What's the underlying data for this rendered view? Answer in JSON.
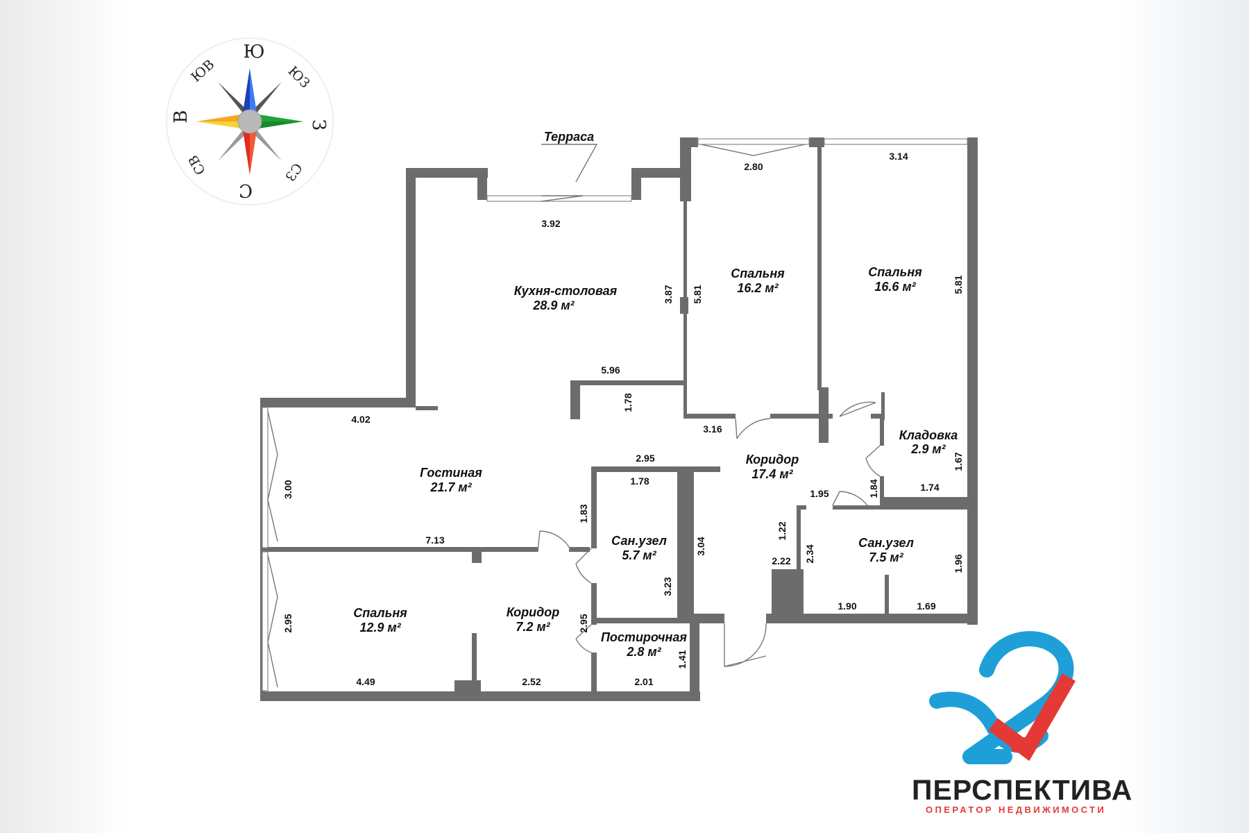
{
  "compass": {
    "labels": {
      "s": "Ю",
      "ssw": "ЮЗ",
      "w": "З",
      "nw": "СЗ",
      "n": "С",
      "ne": "СВ",
      "e": "В",
      "se": "ЮВ"
    }
  },
  "terrace_label": "Терраса",
  "rooms": {
    "kitchen": {
      "name": "Кухня-столовая",
      "area": "28.9 м²"
    },
    "bedroom1": {
      "name": "Спальня",
      "area": "16.2 м²"
    },
    "bedroom2": {
      "name": "Спальня",
      "area": "16.6 м²"
    },
    "living": {
      "name": "Гостиная",
      "area": "21.7 м²"
    },
    "corridor1": {
      "name": "Коридор",
      "area": "17.4 м²"
    },
    "storage": {
      "name": "Кладовка",
      "area": "2.9 м²"
    },
    "bath1": {
      "name": "Сан.узел",
      "area": "5.7 м²"
    },
    "bath2": {
      "name": "Сан.узел",
      "area": "7.5 м²"
    },
    "bedroom3": {
      "name": "Спальня",
      "area": "12.9 м²"
    },
    "corridor2": {
      "name": "Коридор",
      "area": "7.2 м²"
    },
    "laundry": {
      "name": "Постирочная",
      "area": "2.8 м²"
    }
  },
  "dimensions": {
    "d392": "3.92",
    "d280": "2.80",
    "d314": "3.14",
    "d387": "3.87",
    "d581a": "5.81",
    "d581b": "5.81",
    "d596": "5.96",
    "d178a": "1.78",
    "d402": "4.02",
    "d316": "3.16",
    "d295a": "2.95",
    "d178b": "1.78",
    "d300": "3.00",
    "d183": "1.83",
    "d713": "7.13",
    "d304": "3.04",
    "d195": "1.95",
    "d184": "1.84",
    "d174": "1.74",
    "d167": "1.67",
    "d122": "1.22",
    "d234": "2.34",
    "d222": "2.22",
    "d196": "1.96",
    "d190": "1.90",
    "d169": "1.69",
    "d323": "3.23",
    "d295b": "2.95",
    "d295c": "2.95",
    "d141": "1.41",
    "d449": "4.49",
    "d252": "2.52",
    "d201": "2.01"
  },
  "logo": {
    "brand": "ПЕРСПЕКТИВА",
    "tagline": "ОПЕРАТОР НЕДВИЖИМОСТИ",
    "colors": {
      "blue": "#1e9fd8",
      "red": "#e53935"
    }
  }
}
